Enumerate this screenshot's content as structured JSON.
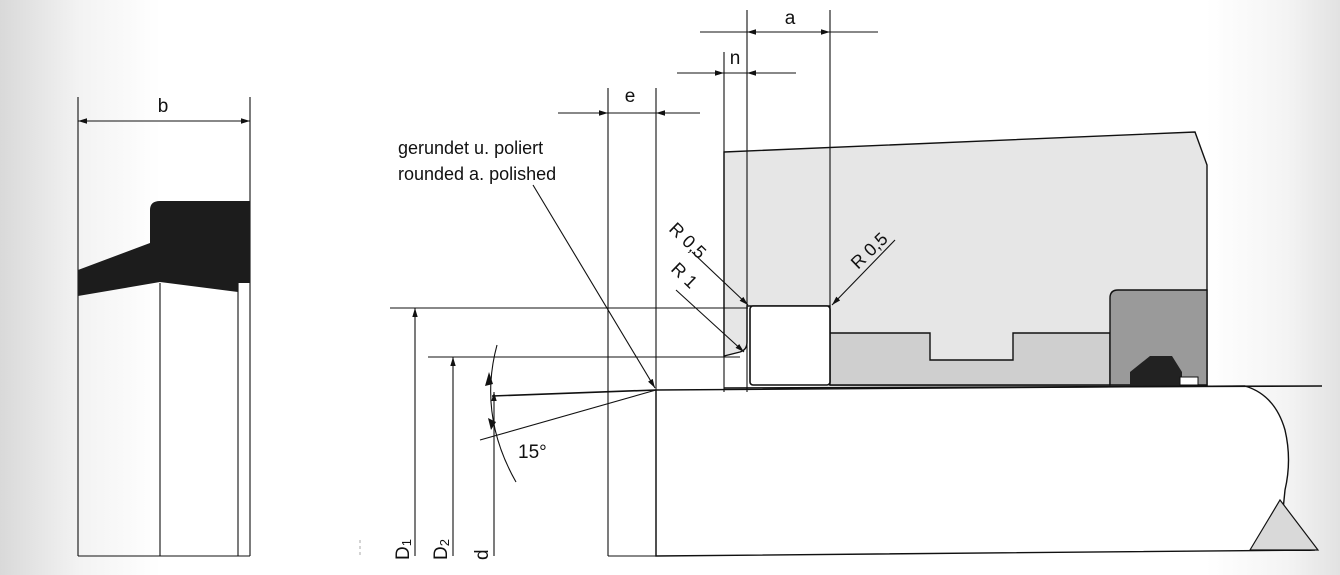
{
  "drawing": {
    "dim_b": "b",
    "dim_a": "a",
    "dim_n": "n",
    "dim_e": "e",
    "note_de": "gerundet u. poliert",
    "note_en": "rounded a. polished",
    "radius_left_top": "R 0,5",
    "radius_left_bottom": "R 1",
    "radius_right": "R 0,5",
    "angle": "15°",
    "dia_D1": "D",
    "dia_D1_sub": "1",
    "dia_D2": "D",
    "dia_D2_sub": "2",
    "dia_d": "d"
  }
}
